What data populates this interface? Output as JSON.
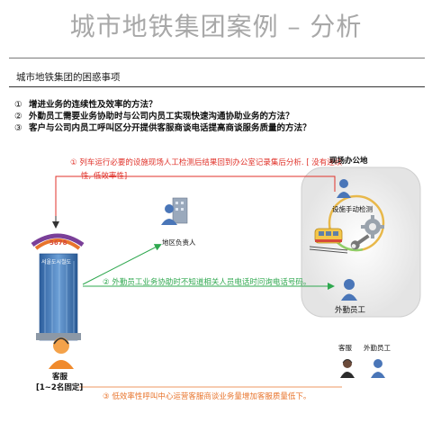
{
  "title": "城市地铁集团案例 – 分析",
  "subtitle": "城市地铁集团的困惑事项",
  "issues": [
    {
      "num": "①",
      "text": "增进业务的连续性及效率的方法？"
    },
    {
      "num": "②",
      "text": "外勤员工需要业务协助时与公司内员工实现快速沟通协助业务的方法？"
    },
    {
      "num": "③",
      "text": "客户与公司内员工呼叫区分开提供客服商谈电话提高商谈服务质量的方法？"
    }
  ],
  "diagram": {
    "note1_line1": "① 列车运行必要的设施现场人工检测后结果回到办公室记录集后分析. [ 没有连续",
    "note1_line2": "性, 低效率性]",
    "note2": "② 外勤员工业务协助时不知道相关人员电话时问询电话号码。",
    "note3": "③ 低效率性呼叫中心运营客服商谈业务量增加客服质量低下。",
    "site_office": "现场办公地",
    "inspection": "设施手动检测",
    "regional_manager": "地区负责人",
    "field_staff": "外勤员工",
    "building_number": "5678",
    "building_sign": "서울도시철도",
    "cs_label": "客服",
    "cs_sub": "[1~2名固定]",
    "cs_pair_label_1": "客服",
    "cs_pair_label_2": "外勤员工"
  },
  "colors": {
    "red": "#e0322a",
    "green": "#2fa84f",
    "orange": "#e8742c",
    "person_blue": "#4a76b8",
    "building_blue": "#3b6fb0"
  }
}
